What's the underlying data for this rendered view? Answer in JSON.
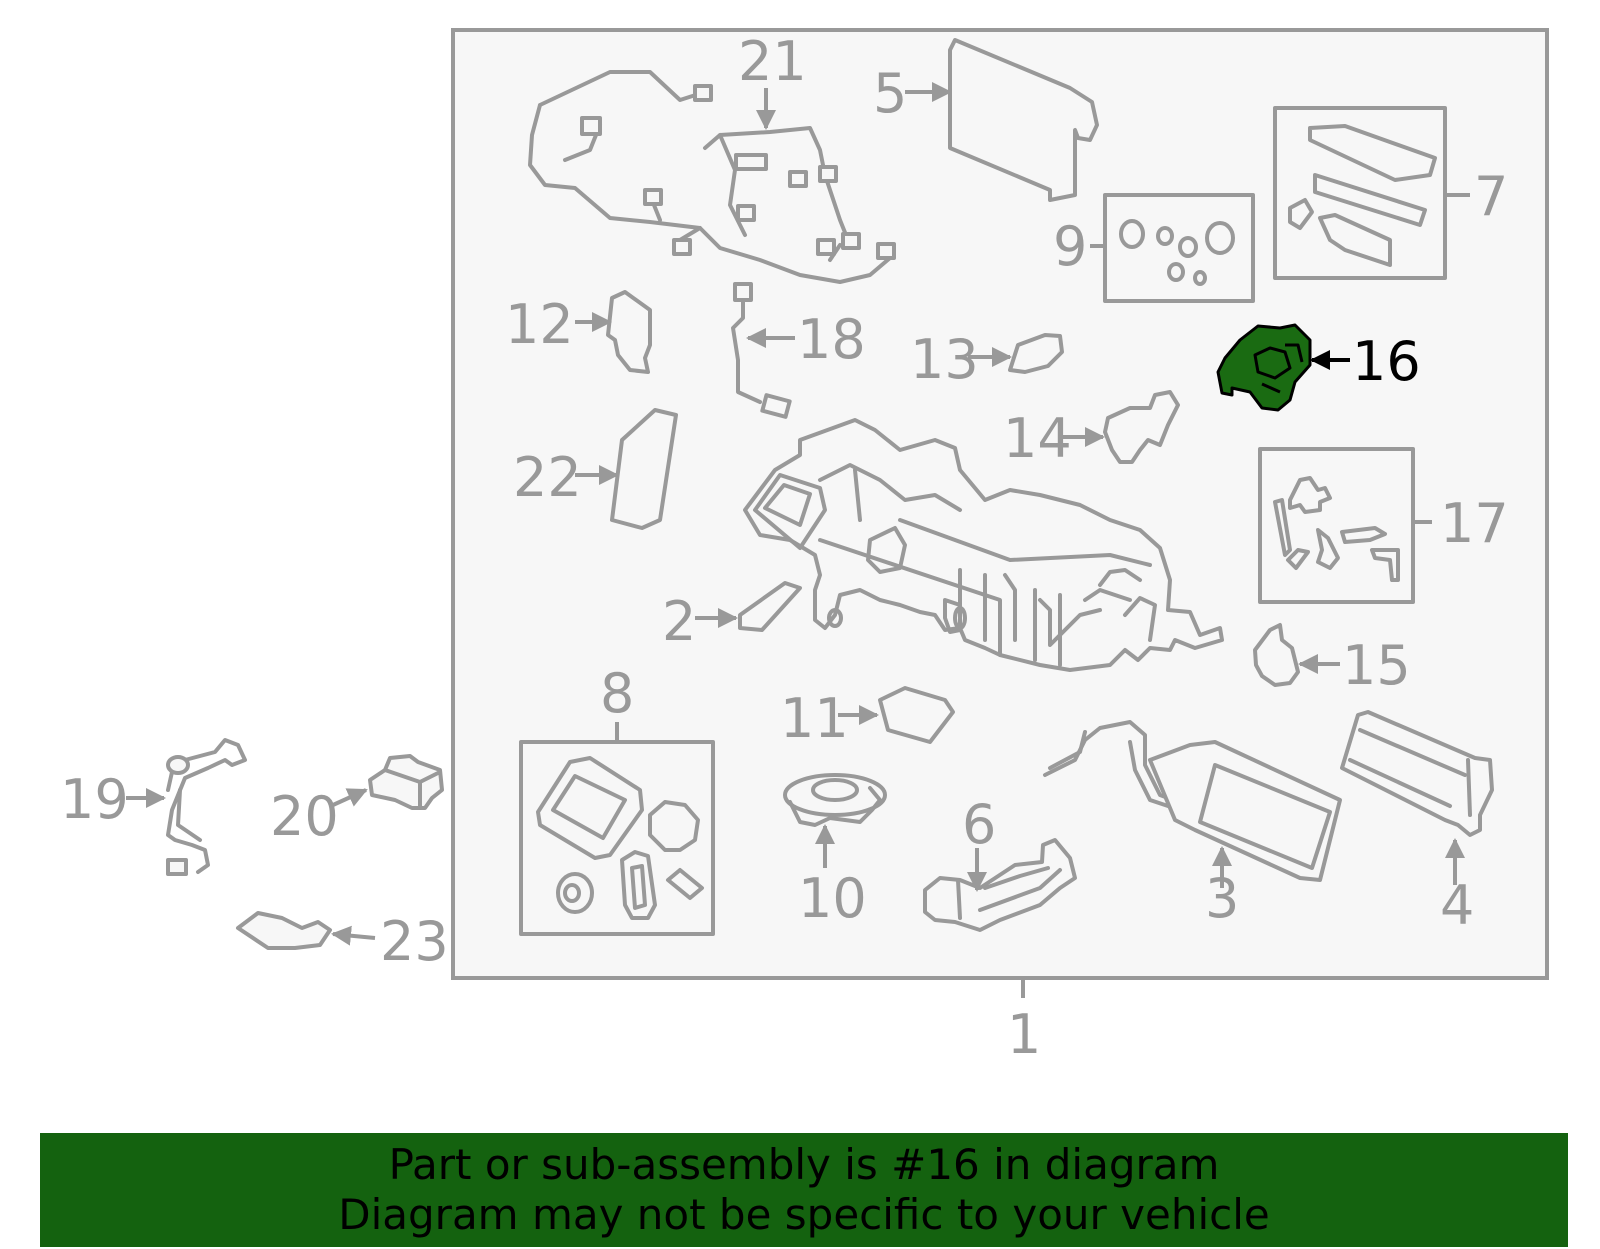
{
  "diagram": {
    "highlight_color": "#1a6b12",
    "banner_color": "#14620f",
    "line_color": "#999999",
    "highlighted_callout": "16",
    "callouts": [
      "1",
      "2",
      "3",
      "4",
      "5",
      "6",
      "7",
      "8",
      "9",
      "10",
      "11",
      "12",
      "13",
      "14",
      "15",
      "16",
      "17",
      "18",
      "19",
      "20",
      "21",
      "22",
      "23"
    ]
  },
  "banner": {
    "line1": "Part or sub-assembly is #16 in diagram",
    "line2": "Diagram may not be specific to your vehicle"
  }
}
